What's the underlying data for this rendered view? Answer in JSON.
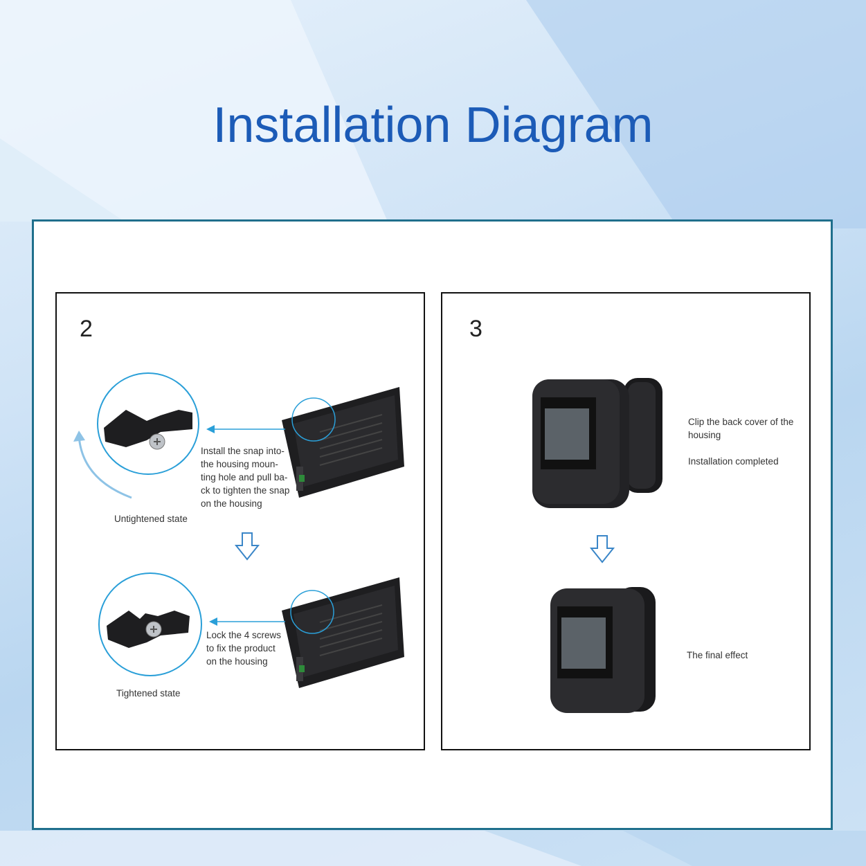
{
  "page": {
    "title": "Installation Diagram"
  },
  "panel_left": {
    "step": "2",
    "install_instruction": [
      "Install the snap into-",
      "the housing moun-",
      "ting hole and pull ba-",
      "ck to tighten the snap",
      "on the housing"
    ],
    "untightened_label": "Untightened state",
    "lock_instruction": [
      "Lock the 4 screws",
      "to fix the product",
      "on the housing"
    ],
    "tightened_label": "Tightened state"
  },
  "panel_right": {
    "step": "3",
    "clip_instruction": [
      "Clip the back cover of the",
      "housing"
    ],
    "completed_label": "Installation completed",
    "final_label": "The final effect"
  },
  "colors": {
    "title": "#1c5bb7",
    "frame_border": "#1f6f8c",
    "callout_blue": "#2a9fd8",
    "arrow_blue": "#3a86c8",
    "device_dark": "#1e1e20"
  }
}
